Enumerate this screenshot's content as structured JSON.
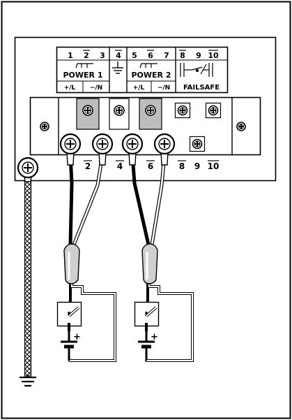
{
  "labels": {
    "power1": "POWER 1",
    "power2": "POWER 2",
    "failsafe": "FAILSAFE",
    "l_plus": "+/L",
    "n_minus": "−/N"
  },
  "top_terminals": {
    "t1": "1",
    "t2": "2",
    "t3": "3",
    "t4": "4",
    "t5": "5",
    "t6": "6",
    "t7": "7",
    "t8": "8",
    "t9": "9",
    "t10": "10"
  },
  "bottom_terminals": {
    "t2": "2",
    "t4": "4",
    "t6": "6",
    "t8": "8",
    "t9": "9",
    "t10": "10"
  },
  "battery": {
    "plus_1": "+",
    "plus_2": "+"
  },
  "icons": [
    "ground-icon",
    "screw-terminal-icon",
    "ring-lug-icon",
    "battery-icon",
    "switch-icon"
  ]
}
